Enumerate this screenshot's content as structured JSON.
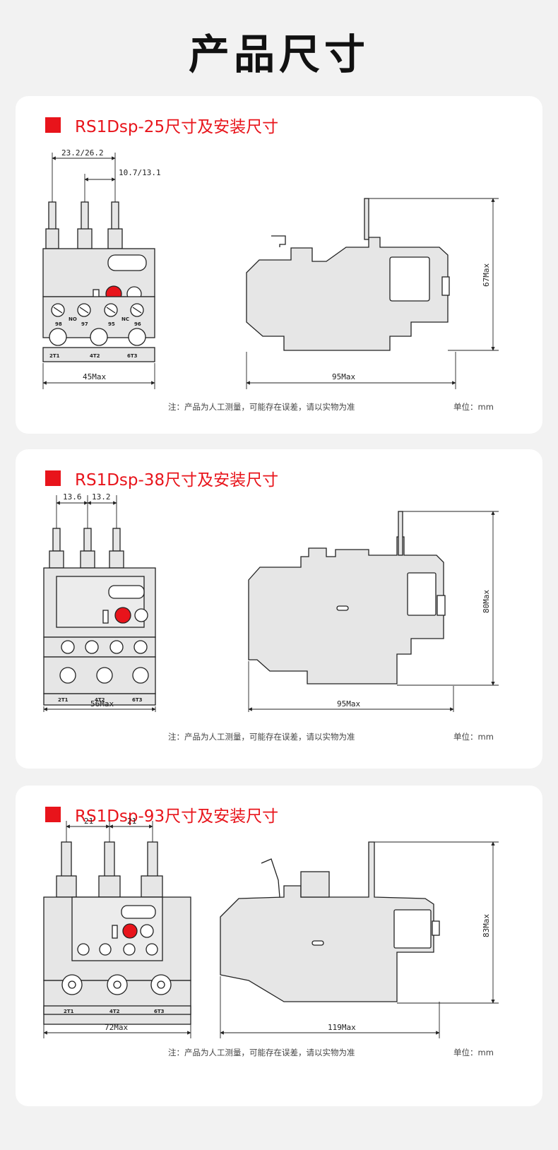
{
  "page": {
    "title": "产品尺寸"
  },
  "note_text": "注：产品为人工测量，可能存在误差，请以实物为准",
  "unit_text": "单位：mm",
  "colors": {
    "accent": "#e8141b",
    "body_fill": "#e6e6e6",
    "line": "#222222"
  },
  "cards": [
    {
      "title": "RS1Dsp-25尺寸及安装尺寸",
      "front": {
        "dim_top_wide": "23.2/26.2",
        "dim_top_narrow": "10.7/13.1",
        "dim_width": "45Max",
        "labels": [
          "98",
          "NO",
          "97",
          "95",
          "NC",
          "96"
        ],
        "terminals": [
          "2T1",
          "4T2",
          "6T3"
        ]
      },
      "side": {
        "dim_width": "95Max",
        "dim_height": "67Max"
      }
    },
    {
      "title": "RS1Dsp-38尺寸及安装尺寸",
      "front": {
        "dim_top_left": "13.6",
        "dim_top_right": "13.2",
        "dim_width": "56Max",
        "terminals": [
          "2T1",
          "4T2",
          "6T3"
        ]
      },
      "side": {
        "dim_width": "95Max",
        "dim_height": "80Max"
      }
    },
    {
      "title": "RS1Dsp-93尺寸及安装尺寸",
      "front": {
        "dim_top_left": "21",
        "dim_top_right": "21",
        "dim_width": "72Max",
        "terminals": [
          "2T1",
          "4T2",
          "6T3"
        ]
      },
      "side": {
        "dim_width": "119Max",
        "dim_height": "83Max"
      }
    }
  ]
}
